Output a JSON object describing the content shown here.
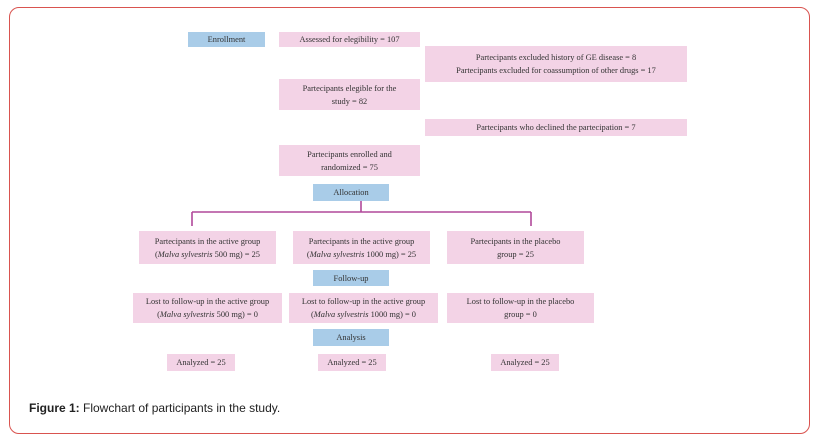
{
  "flowchart": {
    "enrollment_label": "Enrollment",
    "assessed": "Assessed for elegibility = 107",
    "excluded_ge": "Partecipants excluded history of GE disease = 8",
    "excluded_drugs": "Partecipants excluded for coassumption of other drugs = 17",
    "eligible_line1": "Partecipants elegible for the",
    "eligible_line2": "study = 82",
    "declined": "Partecipants who declined the partecipation = 7",
    "enrolled_line1": "Partecipants enrolled and",
    "enrolled_line2": "randomized = 75",
    "allocation_label": "Allocation",
    "group_active500_line1": "Partecipants in the active group",
    "group_active500_species": "Malva sylvestris",
    "group_active500_rest": " 500 mg) = 25",
    "group_active1000_line1": "Partecipants in the active group",
    "group_active1000_species": "Malva sylvestris",
    "group_active1000_rest": " 1000 mg) = 25",
    "group_placebo_line1": "Partecipants in the placebo",
    "group_placebo_line2": "group = 25",
    "followup_label": "Follow-up",
    "lost_active500_line1": "Lost to follow-up in the active group",
    "lost_active500_species": "Malva sylvestris",
    "lost_active500_rest": " 500 mg) = 0",
    "lost_active1000_line1": "Lost to follow-up in the active group",
    "lost_active1000_species": "Malva sylvestris",
    "lost_active1000_rest": " 1000 mg) = 0",
    "lost_placebo_line1": "Lost to follow-up in the placebo",
    "lost_placebo_line2": "group = 0",
    "analysis_label": "Analysis",
    "analyzed_active500": "Analyzed = 25",
    "analyzed_active1000": "Analyzed = 25",
    "analyzed_placebo": "Analyzed = 25"
  },
  "caption": {
    "label": "Figure 1:",
    "text": " Flowchart of participants in the study."
  },
  "colors": {
    "pink_box": "#f3d3e6",
    "blue_box": "#a9cce8",
    "connector": "#b0489a",
    "frame_border": "#d9534f"
  }
}
